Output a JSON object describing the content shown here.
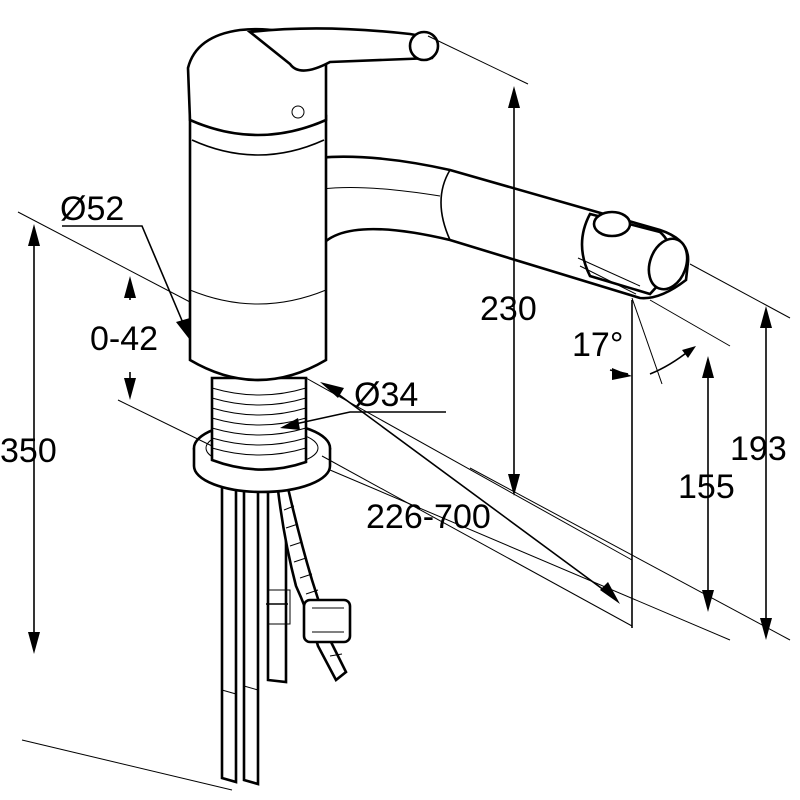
{
  "dimensions": {
    "diameter_body": "Ø52",
    "diameter_shank": "Ø34",
    "adjust_range": "0-42",
    "total_height": "350",
    "spout_height": "230",
    "reach": "226-700",
    "swivel_angle": "17°",
    "outlet_height_low": "155",
    "outlet_height_high": "193"
  },
  "colors": {
    "line": "#000000",
    "background": "#ffffff"
  }
}
